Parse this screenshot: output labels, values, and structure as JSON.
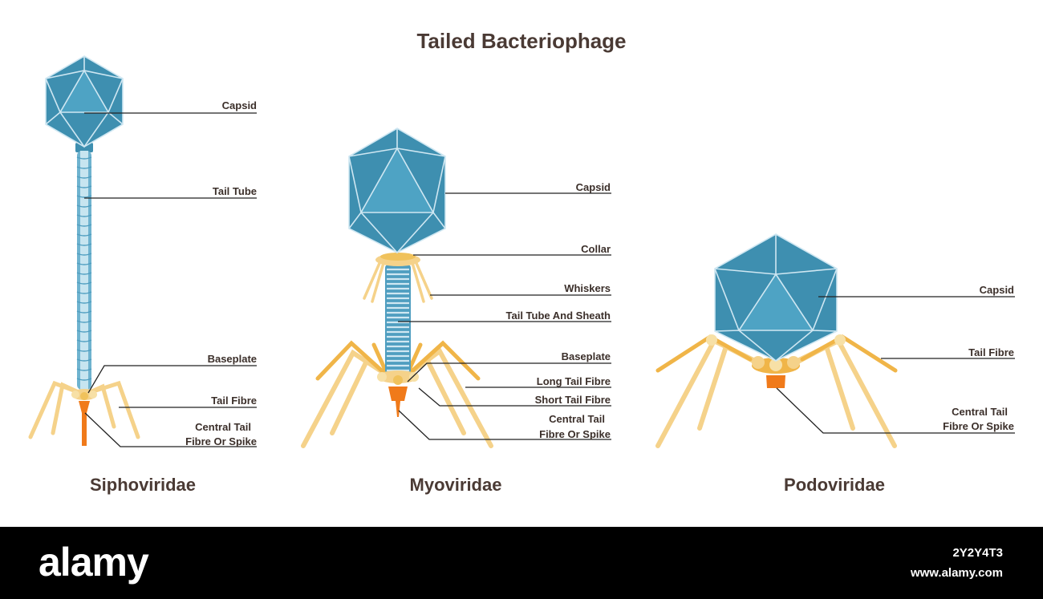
{
  "title": "Tailed Bacteriophage",
  "families": {
    "siphoviridae": {
      "name": "Siphoviridae",
      "labels": {
        "capsid": "Capsid",
        "tail_tube": "Tail Tube",
        "baseplate": "Baseplate",
        "tail_fibre": "Tail Fibre",
        "spike_line1": "Central Tail",
        "spike_line2": "Fibre Or Spike"
      }
    },
    "myoviridae": {
      "name": "Myoviridae",
      "labels": {
        "capsid": "Capsid",
        "collar": "Collar",
        "whiskers": "Whiskers",
        "tail_tube_sheath": "Tail Tube And Sheath",
        "baseplate": "Baseplate",
        "long_tail_fibre": "Long Tail Fibre",
        "short_tail_fibre": "Short Tail Fibre",
        "spike_line1": "Central Tail",
        "spike_line2": "Fibre Or Spike"
      }
    },
    "podoviridae": {
      "name": "Podoviridae",
      "labels": {
        "capsid": "Capsid",
        "tail_fibre": "Tail Fibre",
        "spike_line1": "Central Tail",
        "spike_line2": "Fibre Or Spike"
      }
    }
  },
  "footer": {
    "logo": "alamy",
    "image_id": "2Y2Y4T3",
    "url": "www.alamy.com"
  },
  "colors": {
    "capsid": "#3e8fb0",
    "capsid_light": "#4ea3c4",
    "tail_tube": "#9fd0e3",
    "fibre": "#f5d28a",
    "fibre_dark": "#f0b548",
    "spike": "#f07a1a",
    "text": "#3b2f2a",
    "footer_bg": "#000000"
  }
}
